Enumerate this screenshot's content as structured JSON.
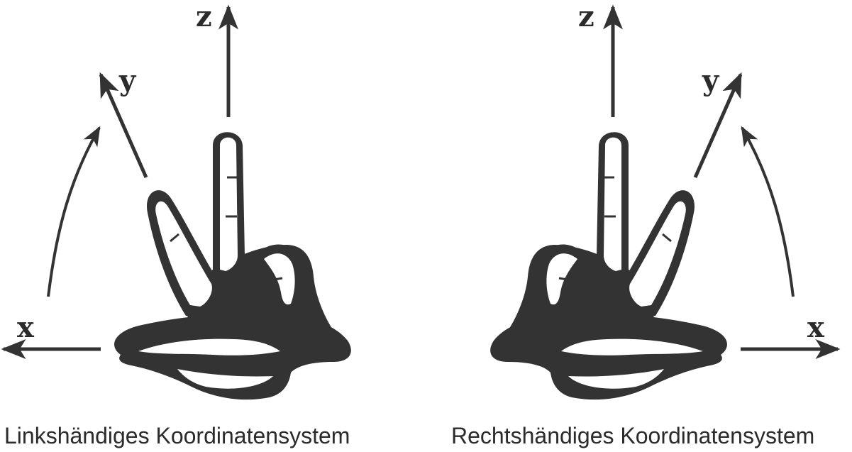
{
  "left_system": {
    "caption": "Linkshändiges Koordinatensystem",
    "axes": {
      "x": "x",
      "y": "y",
      "z": "z"
    }
  },
  "right_system": {
    "caption": "Rechtshändiges Koordinatensystem",
    "axes": {
      "x": "x",
      "y": "y",
      "z": "z"
    }
  },
  "colors": {
    "ink": "#333333",
    "background": "#ffffff"
  }
}
